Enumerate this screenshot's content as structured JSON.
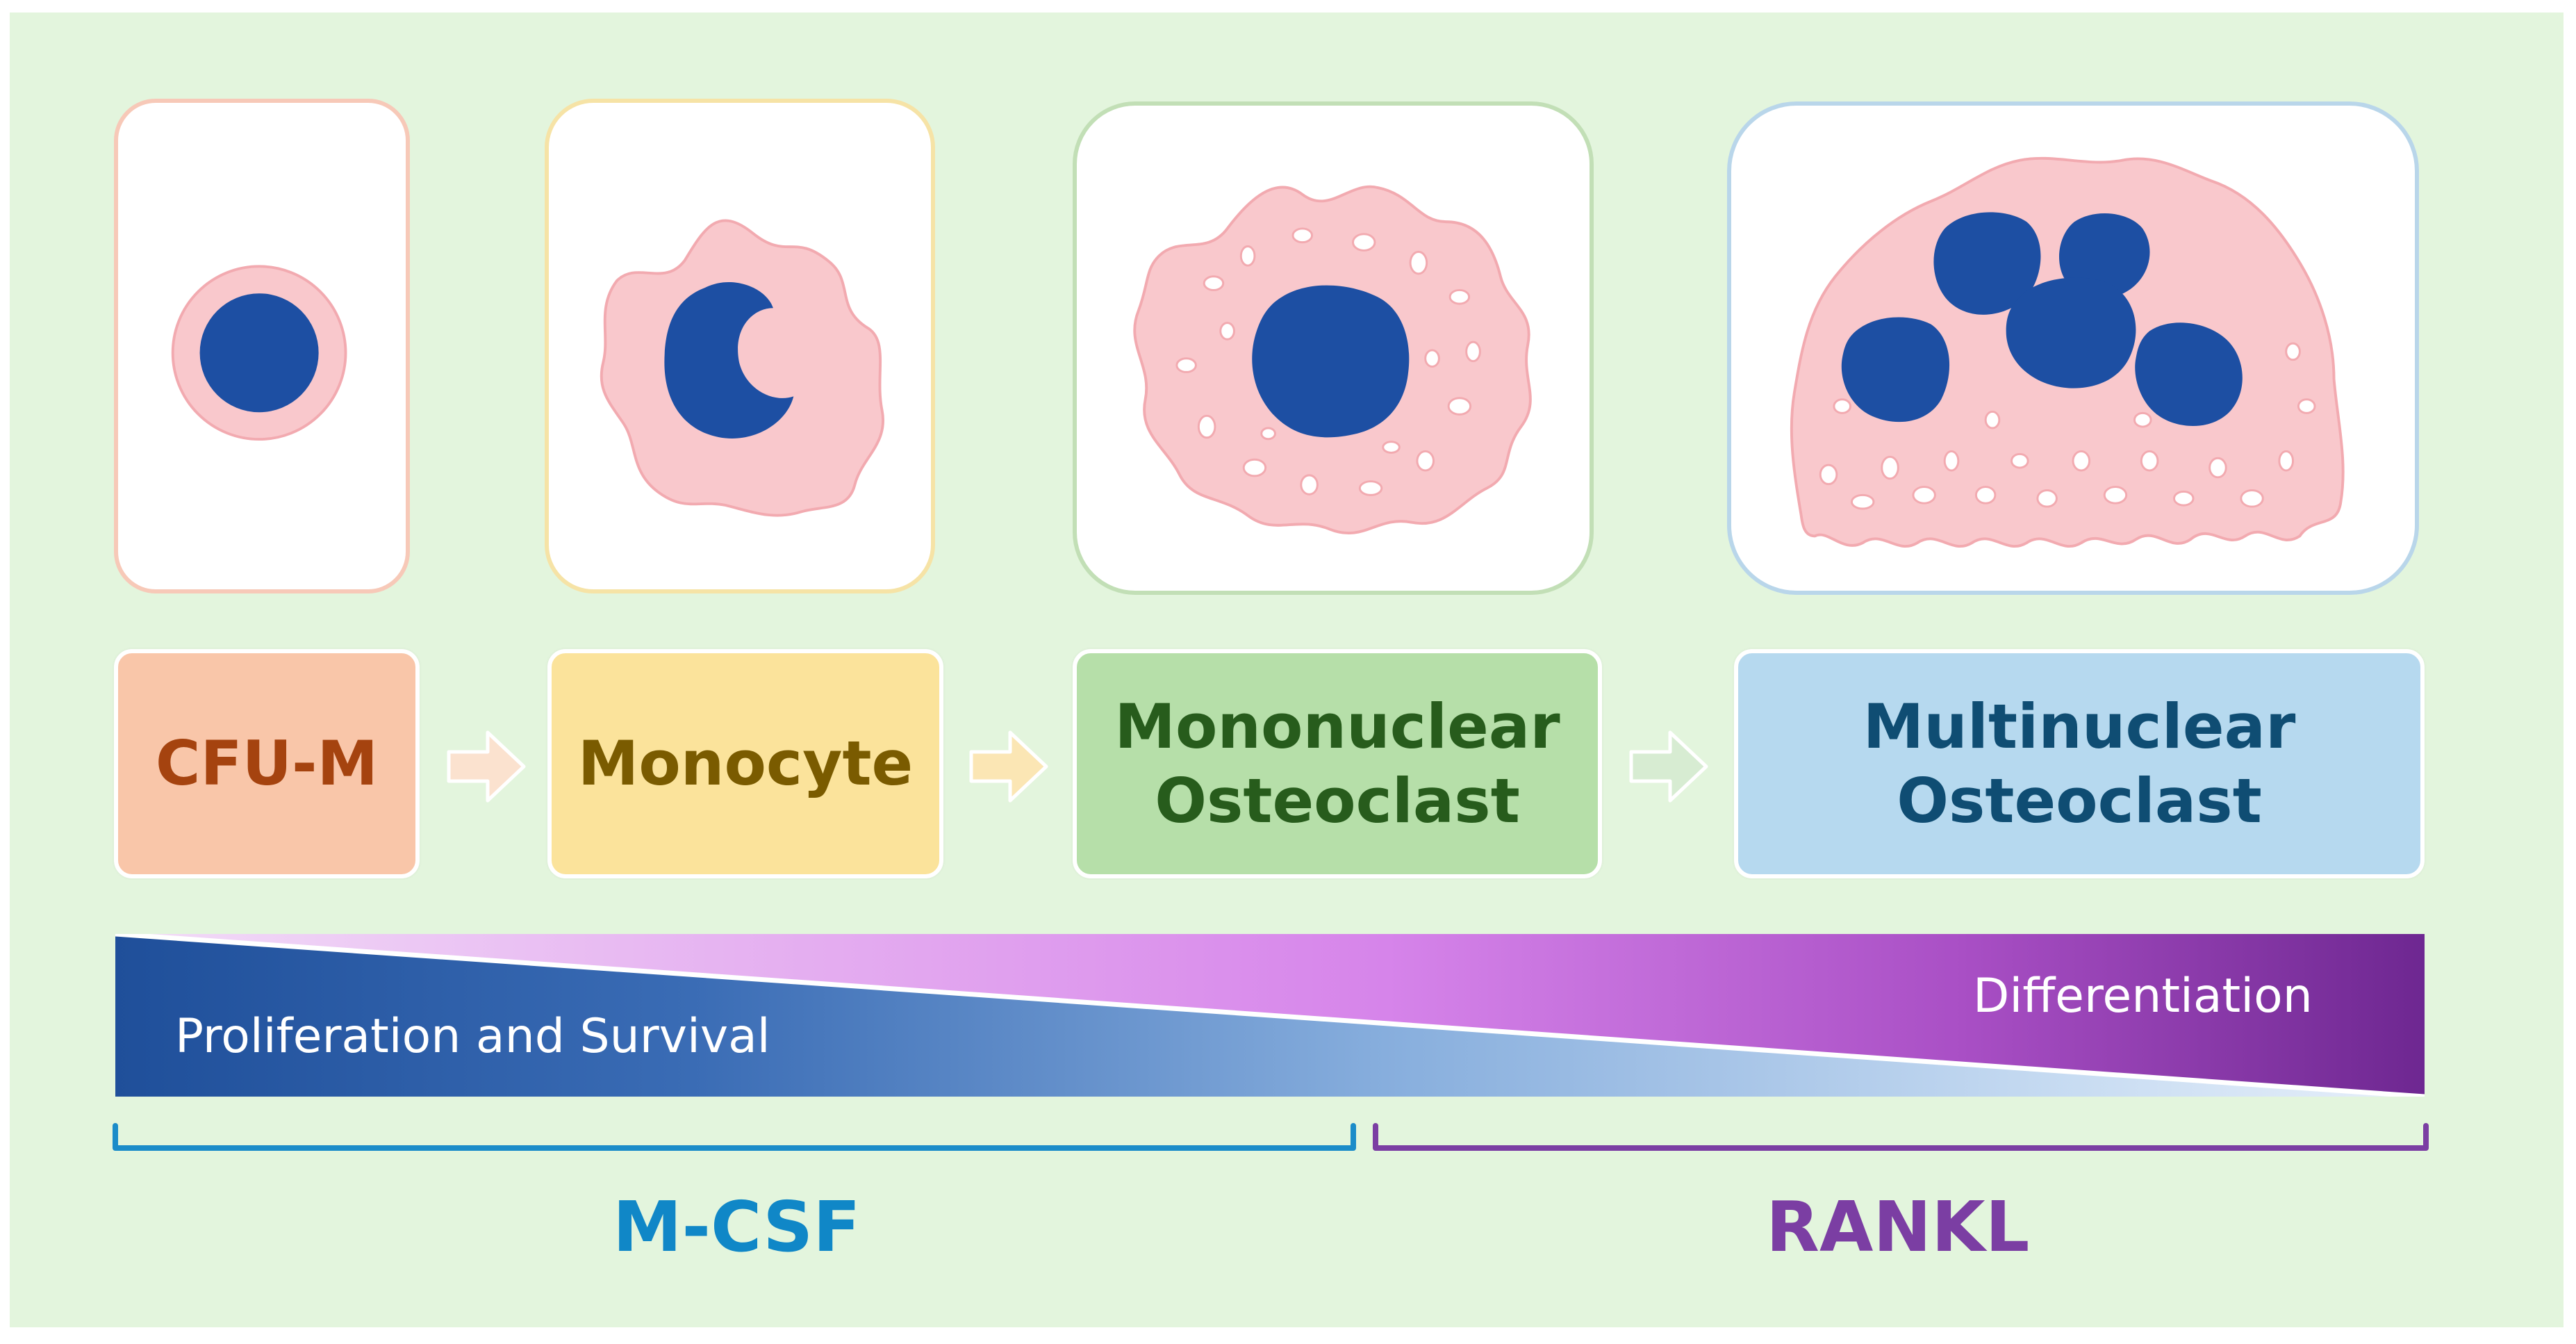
{
  "stages": {
    "cfu_m": {
      "label": "CFU-M"
    },
    "monocyte": {
      "label": "Monocyte"
    },
    "mononuclear_osteoclast": {
      "line1": "Mononuclear",
      "line2": "Osteoclast"
    },
    "multinuclear_osteoclast": {
      "line1": "Multinuclear",
      "line2": "Osteoclast"
    }
  },
  "gradient_bar": {
    "left_text": "Proliferation and Survival",
    "right_text": "Differentiation"
  },
  "factors": {
    "left": "M-CSF",
    "right": "RANKL"
  },
  "colors": {
    "background": "#e3f5dd",
    "nucleus": "#1d4fa3",
    "cytoplasm": "#f8c9cc",
    "m_csf": "#1087c7",
    "rankl": "#7b3ea3"
  }
}
